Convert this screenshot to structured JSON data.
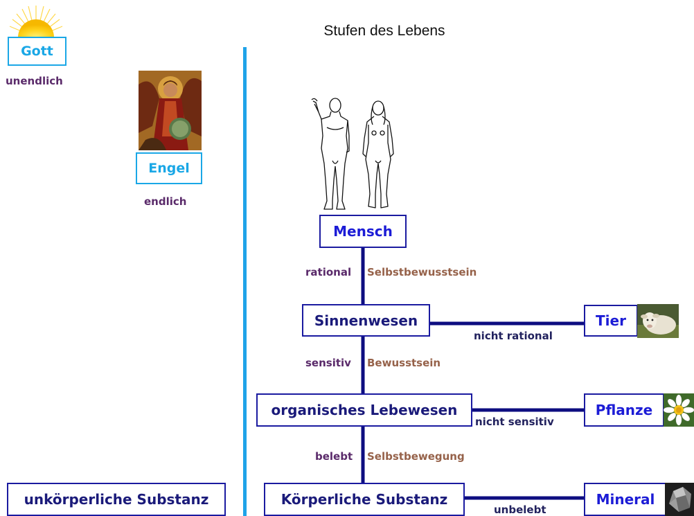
{
  "title": "Stufen des Lebens",
  "colors": {
    "cyan_accent": "#1aa7e6",
    "navy_line": "#0d0d80",
    "box_border": "#1a1aa0",
    "purple_label": "#5a2a6a",
    "brown_label": "#96624a"
  },
  "left_column": {
    "gott": {
      "label": "Gott",
      "attribute": "unendlich",
      "icon": "sun-icon"
    },
    "engel": {
      "label": "Engel",
      "attribute": "endlich",
      "icon": "angel-icon-image"
    },
    "unkoerperlich": {
      "label": "unkörperliche Substanz"
    }
  },
  "hierarchy": {
    "mensch": {
      "label": "Mensch",
      "icon": "human-figures-image"
    },
    "link_1": {
      "difference": "rational",
      "property": "Selbstbewusstsein"
    },
    "sinnenwesen": {
      "label": "Sinnenwesen"
    },
    "link_2": {
      "difference": "sensitiv",
      "property": "Bewusstsein"
    },
    "organisch": {
      "label": "organisches Lebewesen"
    },
    "link_3": {
      "difference": "belebt",
      "property": "Selbstbewegung"
    },
    "koerperlich": {
      "label": "Körperliche Substanz"
    }
  },
  "branches": {
    "tier": {
      "label": "Tier",
      "condition": "nicht rational",
      "icon": "sheep-image"
    },
    "pflanze": {
      "label": "Pflanze",
      "condition": "nicht sensitiv",
      "icon": "daisy-image"
    },
    "mineral": {
      "label": "Mineral",
      "condition": "unbelebt",
      "icon": "rock-image"
    }
  }
}
